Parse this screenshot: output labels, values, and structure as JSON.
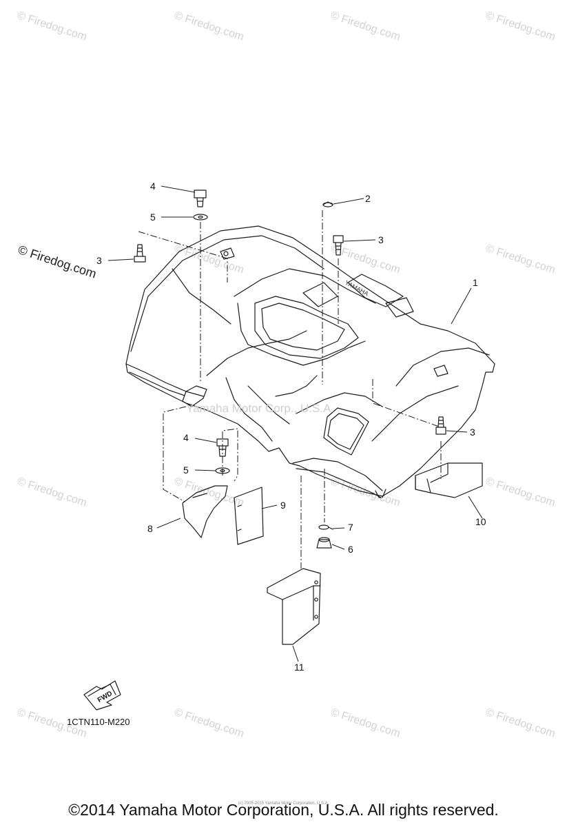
{
  "watermarks": {
    "text": "© Firedog.com",
    "manufacturer": "Yamaha Motor Corp., U.S.A."
  },
  "callouts": [
    "1",
    "2",
    "3",
    "3",
    "3",
    "4",
    "4",
    "5",
    "5",
    "6",
    "7",
    "8",
    "9",
    "10",
    "11"
  ],
  "fwd_label": "FWD",
  "drawing_code": "1CTN110-M220",
  "copyright": "©2014 Yamaha Motor Corporation, U.S.A. All rights reserved.",
  "tiny_copyright": "(c) 2005-2015 Yamaha Motor Corporation, U.S.A."
}
